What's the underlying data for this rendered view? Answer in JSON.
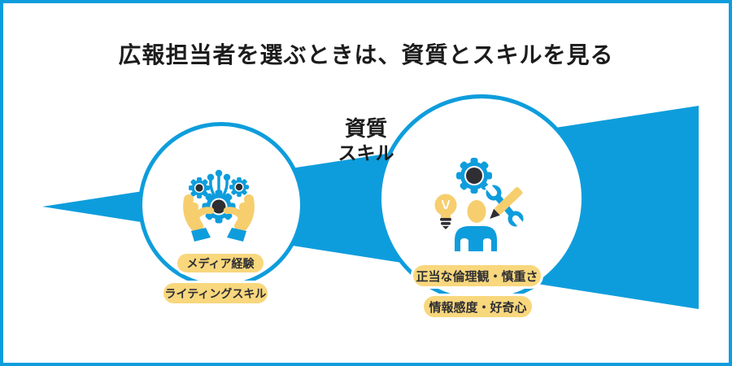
{
  "title": "広報担当者を選ぶときは、資質とスキルを見る",
  "colors": {
    "accent_blue": "#0E9DDC",
    "tag_yellow": "#F8D77D",
    "icon_yellow": "#F6CE6E",
    "icon_dark": "#2E2E33",
    "text_dark": "#1C1C1C"
  },
  "arrow": {
    "shape": "triangle-expanding-left-to-right",
    "color": "#0E9DDC"
  },
  "skills_circle": {
    "label": "スキル",
    "icon": "hands-holding-gears-icon",
    "tags": [
      "メディア経験",
      "ライティングスキル"
    ]
  },
  "qualities_circle": {
    "label": "資質",
    "icon": "person-gear-bulb-tools-icon",
    "tags": [
      "正当な倫理観・慎重さ",
      "情報感度・好奇心"
    ]
  }
}
